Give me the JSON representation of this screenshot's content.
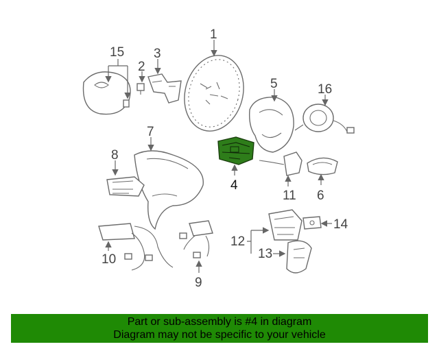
{
  "diagram": {
    "highlight_color": "#2e7d1a",
    "banner_color": "#1f8a05",
    "callouts": {
      "c1": "1",
      "c2": "2",
      "c3": "3",
      "c4": "4",
      "c5": "5",
      "c6": "6",
      "c7": "7",
      "c8": "8",
      "c9": "9",
      "c10": "10",
      "c11": "11",
      "c12": "12",
      "c13": "13",
      "c14": "14",
      "c15": "15",
      "c16": "16"
    }
  },
  "footer": {
    "line1": "Part or sub-assembly is #4 in diagram",
    "line2": "Diagram may not be specific to your vehicle"
  }
}
